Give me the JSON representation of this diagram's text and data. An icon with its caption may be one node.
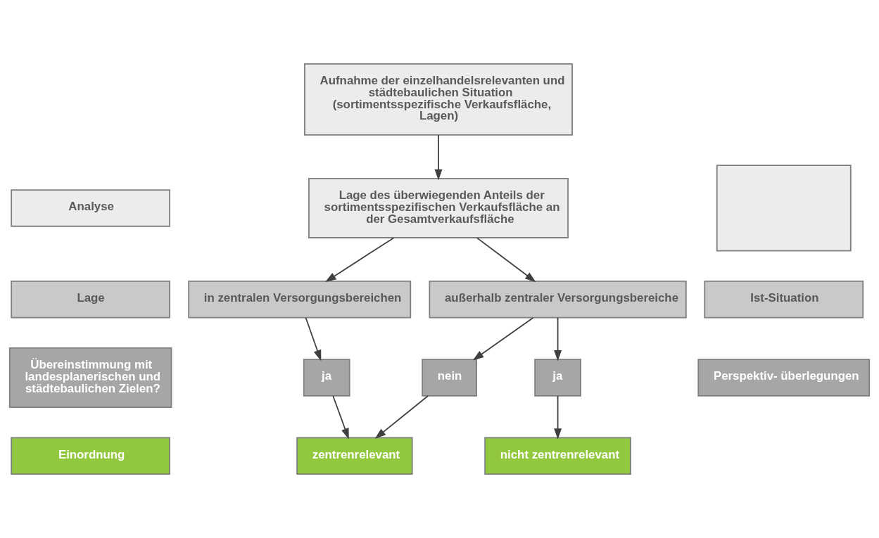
{
  "diagram": {
    "nodes": [
      {
        "text": [
          "Analyse"
        ]
      },
      {
        "text": [
          "Aufnahme der einzelhandelsrelevanten und städtebaulichen Situation (sortimentsspezifische Verkaufsfläche, Lagen)"
        ]
      },
      {
        "text": [
          "Lage des überwiegenden Anteils der sortimentsspezifischen Verkaufsfläche an der Gesamtverkaufsfläche"
        ]
      },
      {
        "text": [],
        "shape": "box"
      },
      {
        "text": [
          "Lage"
        ]
      },
      {
        "text": [
          "in zentralen Versorgungsbereichen"
        ]
      },
      {
        "text": [
          "außerhalb zentraler Versorgungsbereiche"
        ]
      },
      {
        "text": [
          "Ist-Situation"
        ]
      },
      {
        "text": [
          "Übereinstimmung mit landesplanerischen und städtebaulichen Zielen?"
        ]
      },
      {
        "text": [
          "ja"
        ]
      },
      {
        "text": [
          "nein"
        ]
      },
      {
        "text": [
          "ja"
        ]
      },
      {
        "text": [
          "Perspektiv- überlegungen"
        ]
      },
      {
        "text": [
          "Einordnung"
        ]
      },
      {
        "text": [
          "zentrenrelevant"
        ]
      },
      {
        "text": [
          "nicht zentrenrelevant"
        ]
      }
    ],
    "edges": [
      {
        "from": 1,
        "to": 2,
        "arrow": "to"
      },
      {
        "from": 2,
        "to": 5,
        "arrow": "to"
      },
      {
        "from": 2,
        "to": 6,
        "arrow": "to"
      },
      {
        "from": 5,
        "to": 9,
        "arrow": "to"
      },
      {
        "from": 6,
        "to": 10,
        "arrow": "to"
      },
      {
        "from": 6,
        "to": 11,
        "arrow": "to"
      },
      {
        "from": 9,
        "to": 14,
        "arrow": "to"
      },
      {
        "from": 10,
        "to": 14,
        "arrow": "to"
      },
      {
        "from": 11,
        "to": 15,
        "arrow": "to"
      }
    ]
  }
}
